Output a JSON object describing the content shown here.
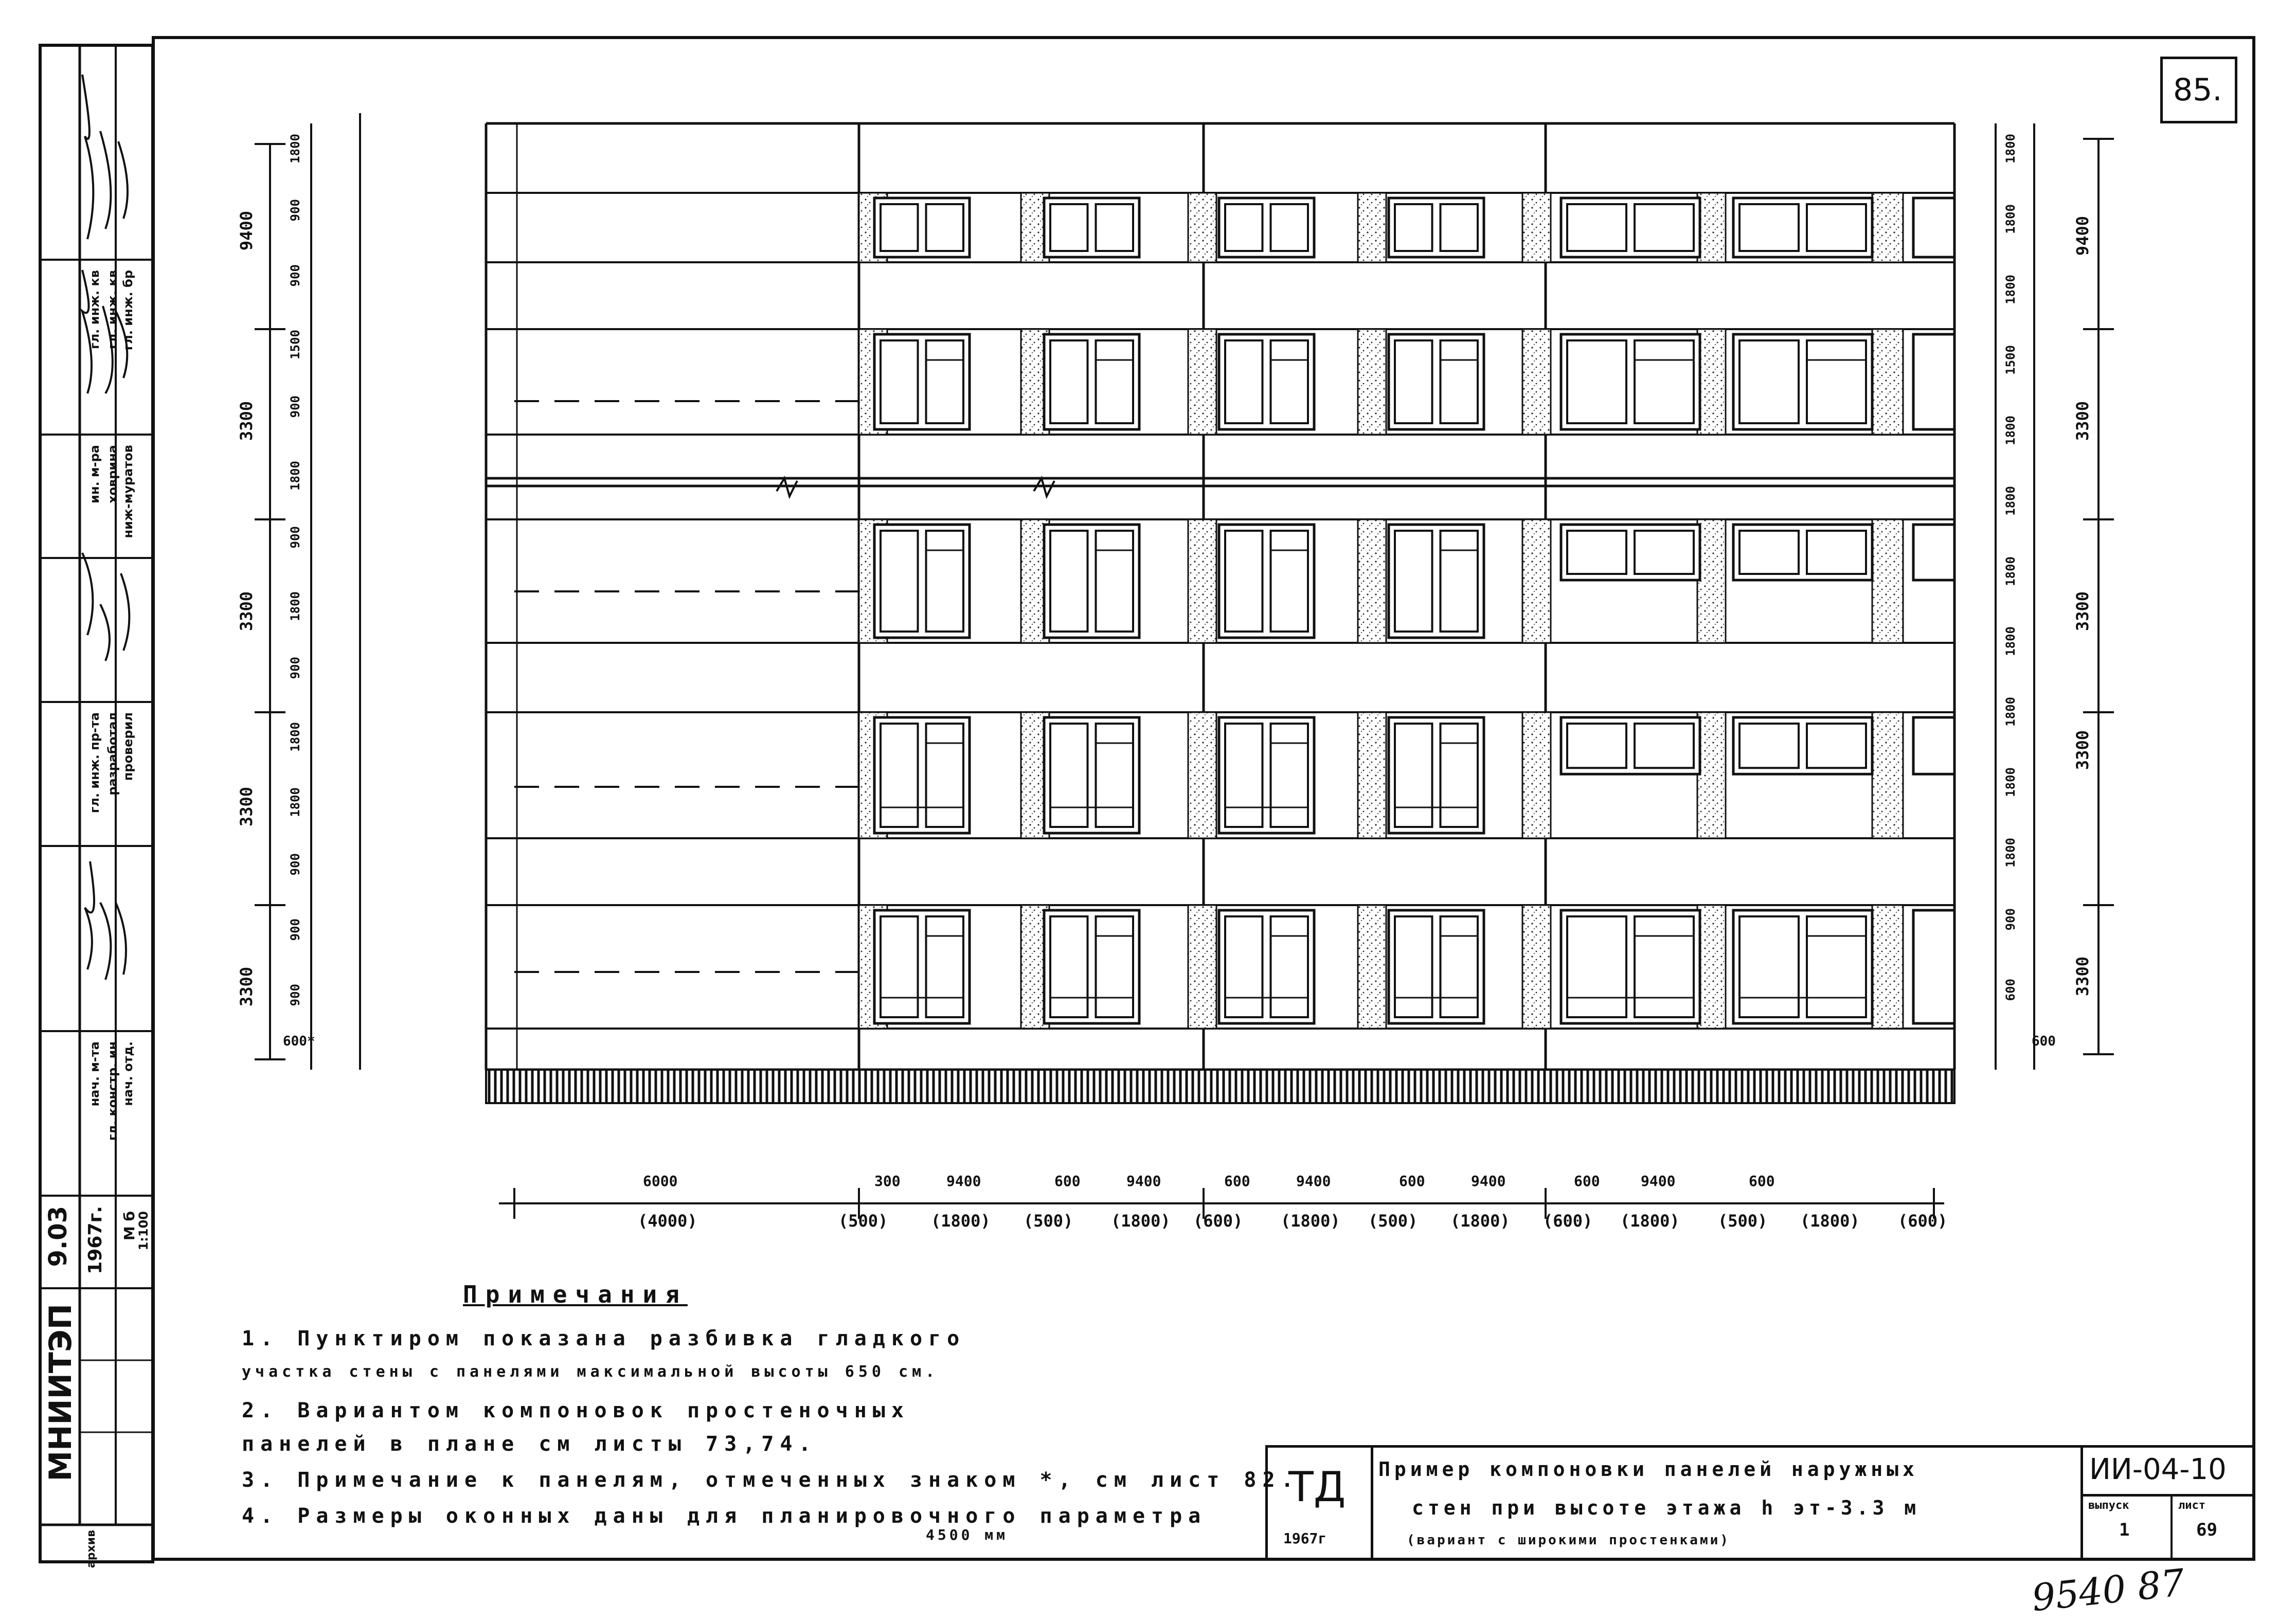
{
  "sheet": {
    "page_number": "85.",
    "handwritten_number": "9540 87"
  },
  "title_block": {
    "org_code": "ТД",
    "year": "1967г",
    "title_line1": "Пример компоновки панелей наружных",
    "title_line2": "стен при высоте этажа h эт-3.3 м",
    "title_line3": "(вариант с широкими простенками)",
    "doc_code": "ИИ-04-10",
    "issue_label": "выпуск",
    "issue_value": "1",
    "sheet_label": "лист",
    "sheet_value": "69"
  },
  "side_stamp": {
    "institute": "МНИИТЭП",
    "number": "9.03",
    "year": "1967г.",
    "scale_m": "М б",
    "scale_value": "1:100",
    "dept": "архив",
    "cols": [
      [
        "нач. м-та",
        "гл. констр. ин",
        "нач. отд."
      ],
      [
        "гл. инж. пр-та",
        "разработал",
        "проверил"
      ],
      [
        "ин. м-ра",
        "ховрина",
        "ниж-муратов"
      ],
      [
        "гл. инж. кв",
        "гл. инж. кв",
        "гл. инж. бр"
      ]
    ]
  },
  "notes": {
    "heading": "Примечания",
    "items": [
      "1. Пунктиром показана разбивка гладкого",
      "   участка стены с панелями максимальной высоты 650 см.",
      "2. Вариантом компоновок простеночных",
      "   панелей в плане см листы 73,74.",
      "3. Примечание к панелям, отмеченных знаком *, см лист 82.",
      "4. Размеры оконных даны для планировочного параметра",
      "   4500 мм"
    ]
  },
  "left_dims": {
    "outer": [
      "9400",
      "3300",
      "3300",
      "3300",
      "3300"
    ],
    "inner": [
      "1800",
      "900",
      "900",
      "1500",
      "900",
      "1800",
      "900",
      "1800",
      "900",
      "1800",
      "1800",
      "900",
      "900",
      "900"
    ],
    "bottom": "600*"
  },
  "right_dims": {
    "outer": [
      "9400",
      "3300",
      "3300",
      "3300",
      "3300"
    ],
    "inner": [
      "1800",
      "1800",
      "1800",
      "1500",
      "1800",
      "1800",
      "1800",
      "1800",
      "1800",
      "1800",
      "1800",
      "900",
      "600"
    ],
    "bottom": "600"
  },
  "bottom_dims": {
    "top_row": [
      "6000",
      "300",
      "9400",
      "600",
      "9400",
      "600",
      "9400",
      "600",
      "9400",
      "600",
      "9400",
      "600"
    ],
    "bottom_row": [
      "(4000)",
      "(500)",
      "(1800)",
      "(500)",
      "(1800)",
      "(600)",
      "(1800)",
      "(500)",
      "(1800)",
      "(600)",
      "(1800)",
      "(500)",
      "(1800)",
      "(600)"
    ]
  },
  "colors": {
    "ink": "#111111",
    "paper": "#ffffff",
    "stipple": "#d8d8d8"
  }
}
